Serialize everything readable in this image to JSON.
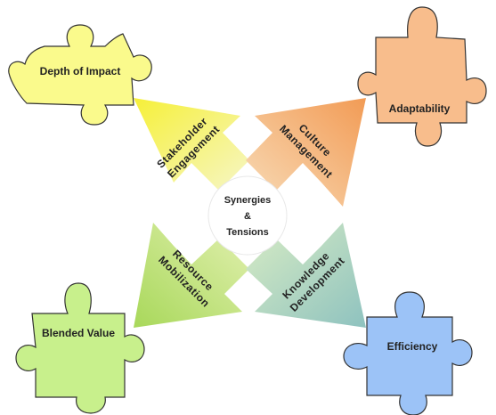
{
  "diagram": {
    "center": {
      "line1": "Synergies",
      "line2": "&",
      "line3": "Tensions"
    },
    "arrows": {
      "top_left": {
        "line1": "Stakeholder",
        "line2": "Engagement",
        "color": "#f4e840"
      },
      "top_right": {
        "line1": "Culture",
        "line2": "Management",
        "color": "#f2a86a"
      },
      "bottom_left": {
        "line1": "Resource",
        "line2": "Mobilization",
        "color": "#b6dd72"
      },
      "bottom_right": {
        "line1": "Knowledge",
        "line2": "Development",
        "color": "#9fcfc8"
      }
    },
    "pieces": {
      "depth_of_impact": {
        "label": "Depth of Impact",
        "color": "#fafa8c"
      },
      "adaptability": {
        "label": "Adaptability",
        "color": "#f8bd8c"
      },
      "blended_value": {
        "label": "Blended Value",
        "color": "#c8f08c"
      },
      "efficiency": {
        "label": "Efficiency",
        "color": "#9cc3f7"
      }
    }
  }
}
